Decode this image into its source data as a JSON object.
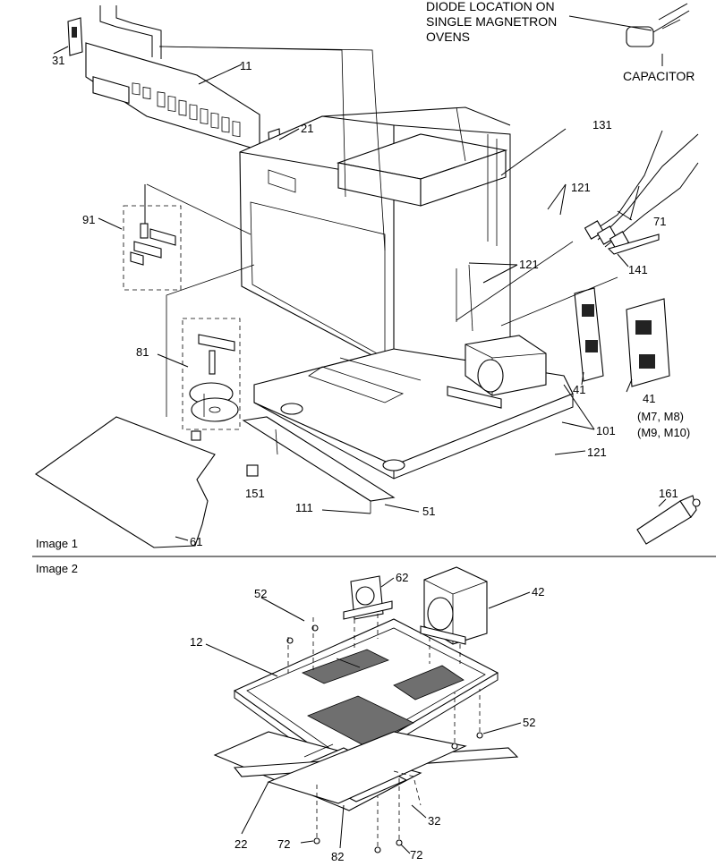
{
  "image1_label": "Image 1",
  "image2_label": "Image 2",
  "diode_note": [
    "DIODE LOCATION ON",
    "SINGLE MAGNETRON",
    "OVENS"
  ],
  "capacitor_label": "CAPACITOR",
  "callouts": {
    "c31": "31",
    "c11": "11",
    "c21": "21",
    "c131": "131",
    "c121a": "121",
    "c71": "71",
    "c91": "91",
    "c121b": "121",
    "c141": "141",
    "c81": "81",
    "c41a": "41",
    "c41b": "41",
    "m78": "(M7, M8)",
    "m910": "(M9, M10)",
    "c101": "101",
    "c121c": "121",
    "c151": "151",
    "c111": "111",
    "c51": "51",
    "c161": "161",
    "c61": "61",
    "c52a": "52",
    "c62": "62",
    "c42": "42",
    "c12": "12",
    "c52b": "52",
    "c32": "32",
    "c22": "22",
    "c72a": "72",
    "c82": "82",
    "c72b": "72"
  }
}
